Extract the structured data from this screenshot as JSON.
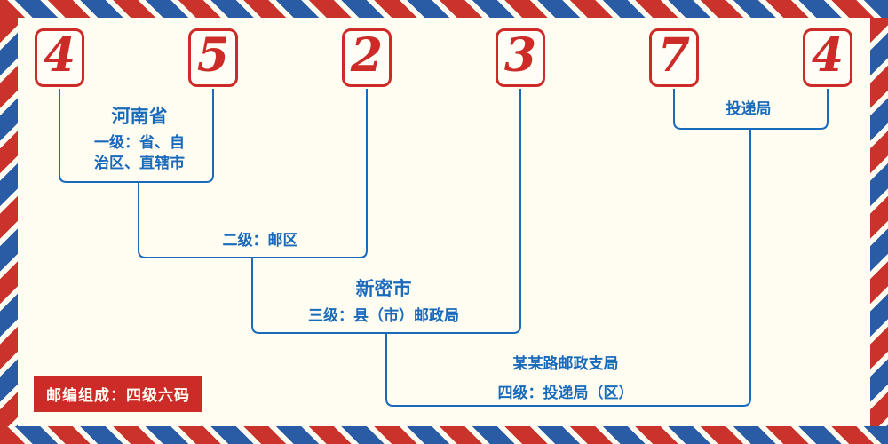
{
  "page": {
    "background": "#fffdf2",
    "stripe_red": "#c9332c",
    "stripe_blue": "#2a5ca6",
    "digit_red": "#cc2b28",
    "label_blue": "#1a6abc"
  },
  "postal_code": {
    "digits": [
      "4",
      "5",
      "2",
      "3",
      "7",
      "4"
    ]
  },
  "labels": {
    "level1_region": "河南省",
    "level1_desc_line1": "一级：省、自",
    "level1_desc_line2": "治区、直辖市",
    "level2_desc": "二级：邮区",
    "level3_city": "新密市",
    "level3_desc": "三级：县（市）邮政局",
    "level4_branch": "某某路邮政支局",
    "level4_desc": "四级：投递局（区）",
    "delivery_office": "投递局",
    "footer_badge": "邮编组成：四级六码"
  }
}
